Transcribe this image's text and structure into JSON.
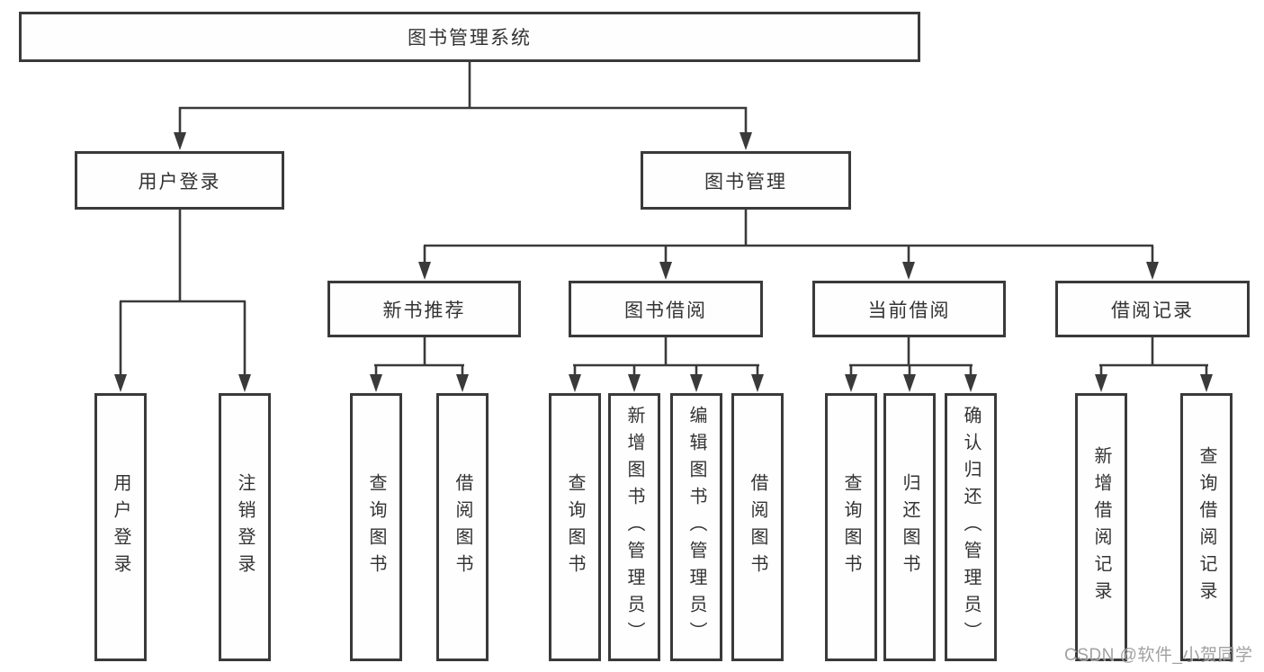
{
  "diagram": {
    "root": {
      "label": "图书管理系统"
    },
    "level2": [
      {
        "label": "用户登录"
      },
      {
        "label": "图书管理"
      }
    ],
    "level3": [
      {
        "label": "新书推荐",
        "parent": "图书管理"
      },
      {
        "label": "图书借阅",
        "parent": "图书管理"
      },
      {
        "label": "当前借阅",
        "parent": "图书管理"
      },
      {
        "label": "借阅记录",
        "parent": "图书管理"
      }
    ],
    "leaves": [
      {
        "label": "用户登录",
        "parent": "用户登录"
      },
      {
        "label": "注销登录",
        "parent": "用户登录"
      },
      {
        "label": "查询图书",
        "parent": "新书推荐"
      },
      {
        "label": "借阅图书",
        "parent": "新书推荐"
      },
      {
        "label": "查询图书",
        "parent": "图书借阅"
      },
      {
        "label": "新增图书（管理员）",
        "parent": "图书借阅"
      },
      {
        "label": "编辑图书（管理员）",
        "parent": "图书借阅"
      },
      {
        "label": "借阅图书",
        "parent": "图书借阅"
      },
      {
        "label": "查询图书",
        "parent": "当前借阅"
      },
      {
        "label": "归还图书",
        "parent": "当前借阅"
      },
      {
        "label": "确认归还（管理员）",
        "parent": "当前借阅"
      },
      {
        "label": "新增借阅记录",
        "parent": "借阅记录"
      },
      {
        "label": "查询借阅记录",
        "parent": "借阅记录"
      }
    ],
    "watermark": "CSDN @软件_小贺同学",
    "colors": {
      "line": "#3a3a3a",
      "text": "#333333",
      "background": "#ffffff",
      "watermark": "#919191"
    }
  }
}
